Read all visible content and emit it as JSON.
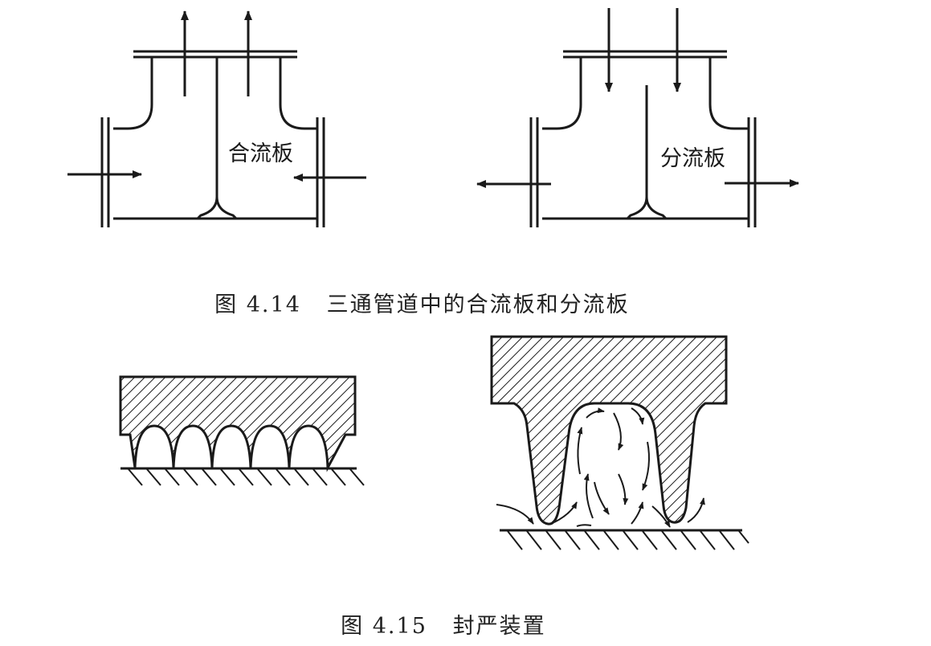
{
  "fig_4_14": {
    "caption_number": "图 4.14",
    "caption_text": "三通管道中的合流板和分流板",
    "left_label": "合流板",
    "right_label": "分流板"
  },
  "fig_4_15": {
    "caption_number": "图 4.15",
    "caption_text": "封严装置"
  },
  "colors": {
    "ink": "#1a1a1a",
    "background": "#ffffff"
  }
}
